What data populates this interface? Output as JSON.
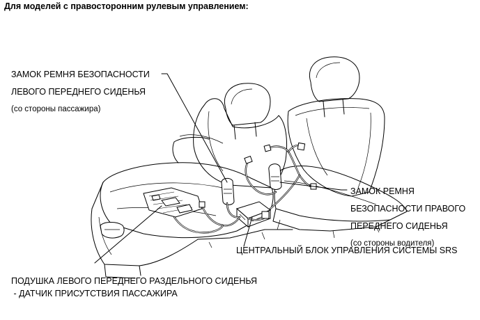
{
  "title": "Для моделей с правосторонним рулевым управлением:",
  "labels": {
    "left_buckle": {
      "line1": "ЗАМОК РЕМНЯ БЕЗОПАСНОСТИ",
      "line2": "ЛЕВОГО ПЕРЕДНЕГО СИДЕНЬЯ",
      "line3": "(со стороны пассажира)"
    },
    "right_buckle": {
      "line1": "ЗАМОК РЕМНЯ",
      "line2": "БЕЗОПАСНОСТИ ПРАВОГО",
      "line3": "ПЕРЕДНЕГО СИДЕНЬЯ",
      "line4": "(со стороны водителя)"
    },
    "srs_unit": "ЦЕНТРАЛЬНЫЙ БЛОК УПРАВЛЕНИЯ СИСТЕМЫ SRS",
    "cushion": {
      "line1": "ПОДУШКА ЛЕВОГО ПЕРЕДНЕГО РАЗДЕЛЬНОГО СИДЕНЬЯ",
      "line2": " - ДАТЧИК ПРИСУТСТВИЯ ПАССАЖИРА"
    }
  }
}
